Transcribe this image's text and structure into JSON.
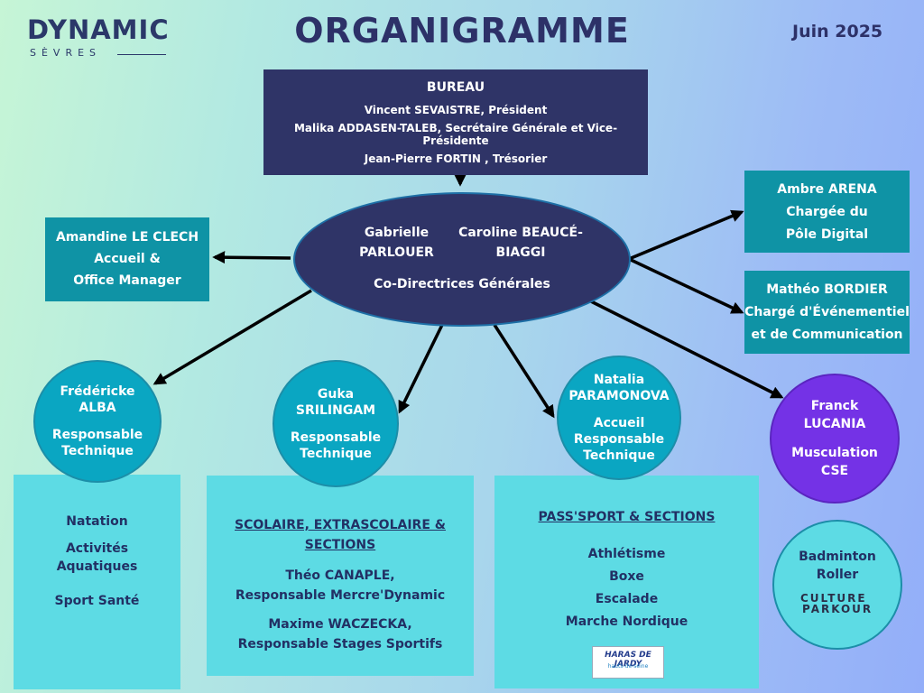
{
  "header": {
    "logo_title": "DYNAMIC",
    "logo_sub": "SÈVRES",
    "title": "ORGANIGRAMME",
    "date": "Juin 2025"
  },
  "bureau": {
    "title": "BUREAU",
    "members": [
      "Vincent SEVAISTRE, Président",
      "Malika ADDASEN-TALEB, Secrétaire Générale et Vice-Présidente",
      "Jean-Pierre FORTIN , Trésorier"
    ]
  },
  "direction": {
    "name1_line1": "Gabrielle",
    "name1_line2": "PARLOUER",
    "name2_line1": "Caroline BEAUCÉ-",
    "name2_line2": "BIAGGI",
    "role": "Co-Directrices Générales"
  },
  "amandine": {
    "name": "Amandine LE CLECH",
    "role1": "Accueil &",
    "role2": "Office Manager"
  },
  "ambre": {
    "name": "Ambre ARENA",
    "role1": "Chargée du",
    "role2": "Pôle Digital"
  },
  "matheo": {
    "name": "Mathéo BORDIER",
    "role1": "Chargé d'Événementiel",
    "role2": "et de Communication"
  },
  "frederick": {
    "name1": "Frédéricke",
    "name2": "ALBA",
    "role1": "Responsable",
    "role2": "Technique"
  },
  "guka": {
    "name1": "Guka",
    "name2": "SRILINGAM",
    "role1": "Responsable",
    "role2": "Technique"
  },
  "natalia": {
    "name1": "Natalia",
    "name2": "PARAMONOVA",
    "role1": "Accueil",
    "role2": "Responsable",
    "role3": "Technique"
  },
  "franck": {
    "name1": "Franck",
    "name2": "LUCANIA",
    "role1": "Musculation",
    "role2": "CSE"
  },
  "extra": {
    "line1": "Badminton",
    "line2": "Roller",
    "logo_top": "CULTURE",
    "logo_bottom": "PARKOUR"
  },
  "box1": {
    "items": [
      "Natation",
      "Activités",
      "Aquatiques",
      "Sport Santé"
    ]
  },
  "box2": {
    "title": "SCOLAIRE, EXTRASCOLAIRE & SECTIONS",
    "p1_line1": "Théo CANAPLE,",
    "p1_line2": "Responsable Mercre'Dynamic",
    "p2_line1": "Maxime WACZECKA,",
    "p2_line2": "Responsable Stages Sportifs"
  },
  "box3": {
    "title": "PASS'SPORT & SECTIONS",
    "items": [
      "Athlétisme",
      "Boxe",
      "Escalade",
      "Marche Nordique"
    ],
    "logo_title": "HARAS DE JARDY",
    "logo_sub": "hauts-de-seine"
  },
  "colors": {
    "navy": "#2f3467",
    "teal": "#0f93a5",
    "cyan": "#5ddbe4",
    "circle": "#0aa6c2",
    "violet": "#7432e6"
  }
}
